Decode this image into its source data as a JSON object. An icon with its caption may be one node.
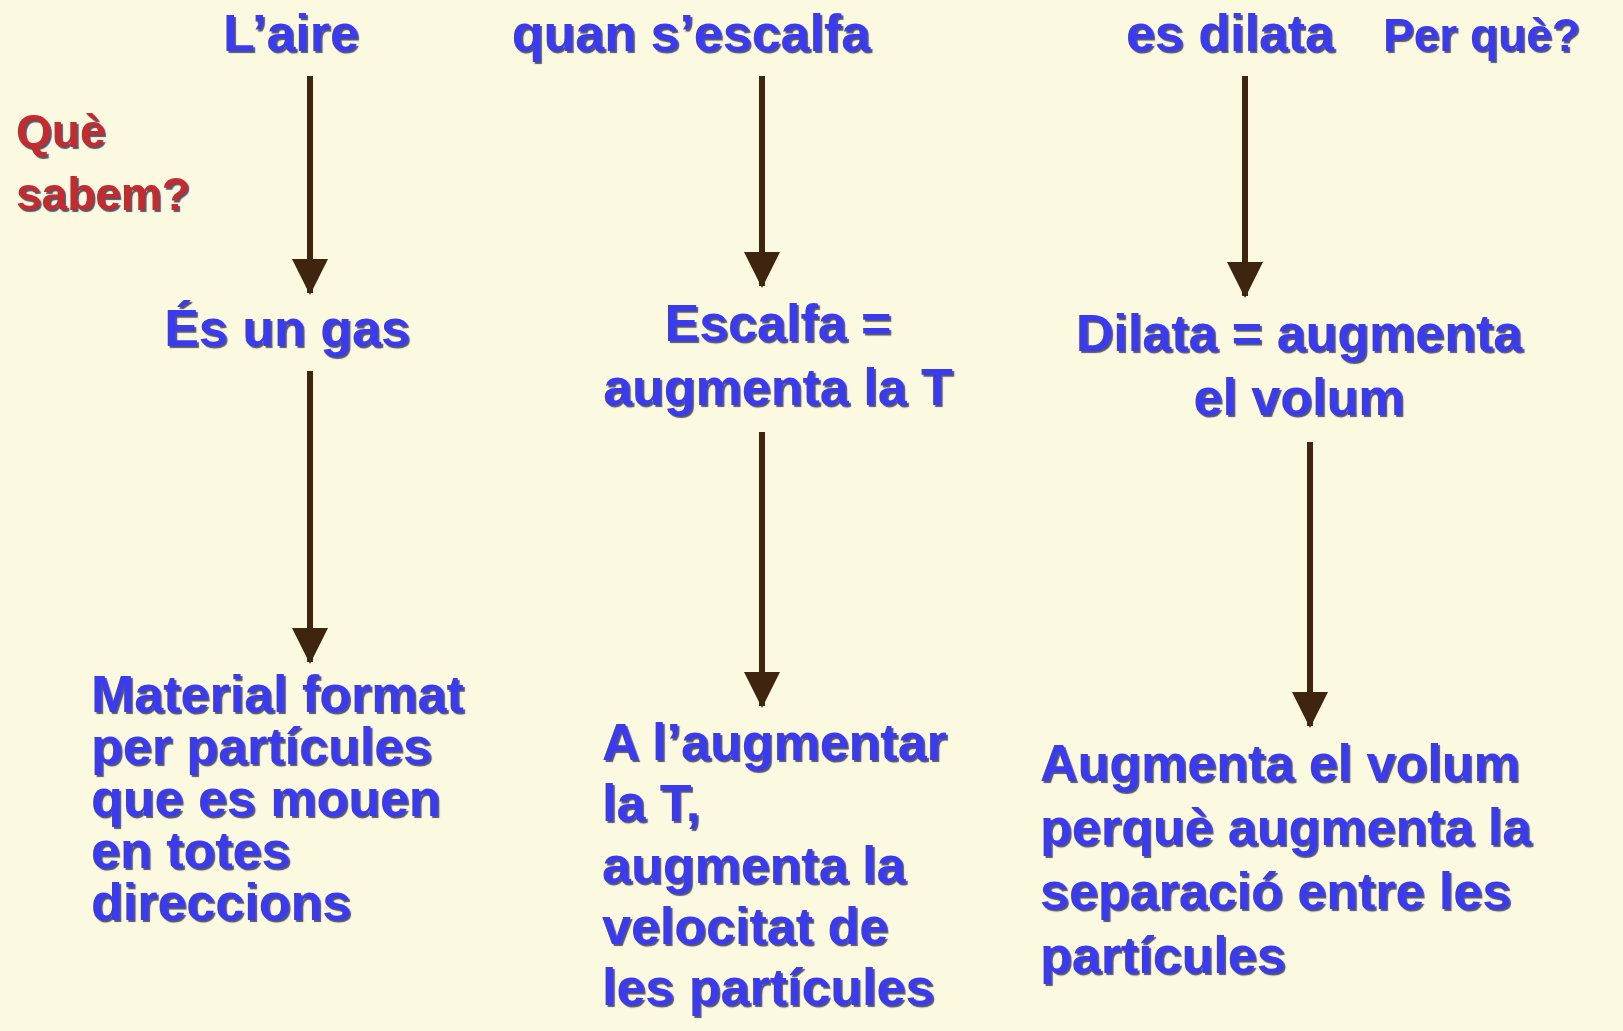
{
  "diagram": {
    "nodes": [
      {
        "text": [
          "L’aire"
        ]
      },
      {
        "text": [
          "quan s’escalfa"
        ]
      },
      {
        "text": [
          "es dilata"
        ]
      },
      {
        "text": [
          "És un gas"
        ]
      },
      {
        "text": [
          "Escalfa = augmenta la T"
        ]
      },
      {
        "text": [
          "Dilata = augmenta el volum"
        ]
      },
      {
        "text": [
          "Material format per partícules que es mouen en totes direccions"
        ]
      },
      {
        "text": [
          "A l’augmentar la T, augmenta la velocitat de les partícules"
        ]
      },
      {
        "text": [
          "Augmenta el volum perquè augmenta la separació entre les partícules"
        ]
      }
    ],
    "edges": [
      {
        "from": 0,
        "to": 3,
        "arrow": "to"
      },
      {
        "from": 3,
        "to": 6,
        "arrow": "to"
      },
      {
        "from": 1,
        "to": 4,
        "arrow": "to"
      },
      {
        "from": 4,
        "to": 7,
        "arrow": "to"
      },
      {
        "from": 2,
        "to": 5,
        "arrow": "to"
      },
      {
        "from": 5,
        "to": 8,
        "arrow": "to"
      }
    ],
    "labels": [
      "Què sabem?",
      "Per què?"
    ]
  }
}
